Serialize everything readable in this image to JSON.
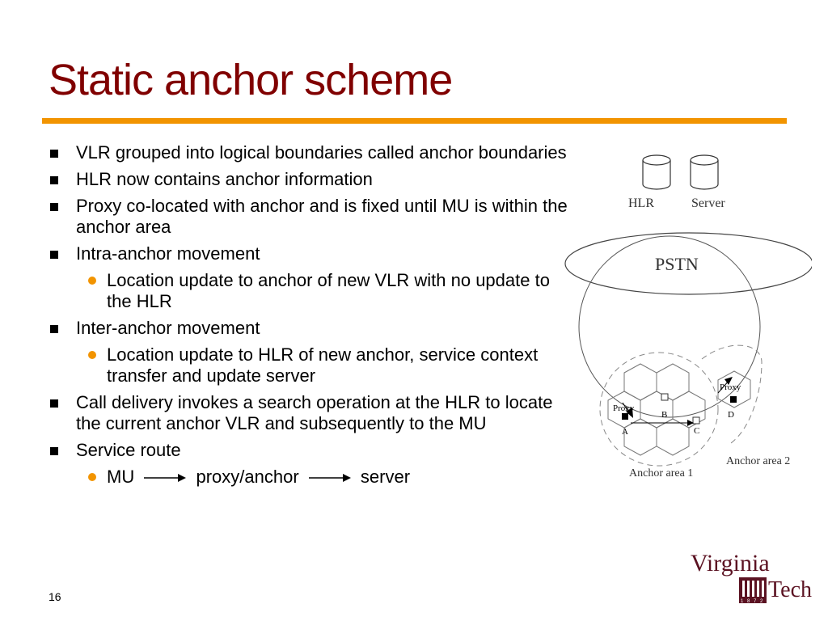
{
  "slide": {
    "title": "Static anchor scheme",
    "number": "16"
  },
  "bullets": [
    {
      "text": "VLR grouped into logical boundaries called anchor boundaries"
    },
    {
      "text": "HLR now contains anchor information"
    },
    {
      "text": "Proxy co-located with anchor and is fixed until MU is within the anchor area"
    },
    {
      "text": "Intra-anchor movement"
    },
    {
      "text": "Location update to anchor of new VLR with no update to the HLR"
    },
    {
      "text": "Inter-anchor movement"
    },
    {
      "text": "Location update to HLR of new anchor, service context transfer and update server"
    },
    {
      "text": "Call delivery invokes a search operation at the HLR to locate the current anchor VLR and subsequently to the MU"
    },
    {
      "text": "Service route"
    }
  ],
  "service_route": {
    "mu": "MU",
    "proxy_anchor": "proxy/anchor",
    "server": "server"
  },
  "diagram": {
    "hlr_label": "HLR",
    "server_label": "Server",
    "pstn_label": "PSTN",
    "proxy_left": "Proxy",
    "proxy_right": "Proxy",
    "cell_a": "A",
    "cell_b": "B",
    "cell_c": "C",
    "cell_d": "D",
    "anchor_area_1": "Anchor area 1",
    "anchor_area_2": "Anchor area 2"
  },
  "logo": {
    "line1": "Virginia",
    "line2": "Tech",
    "year_digits": [
      "1",
      "8",
      "7",
      "2"
    ],
    "icon": "university-seal-icon",
    "color": "#5b1222"
  },
  "colors": {
    "title": "#800000",
    "rule": "#f29400",
    "sub_bullet": "#f29400"
  }
}
